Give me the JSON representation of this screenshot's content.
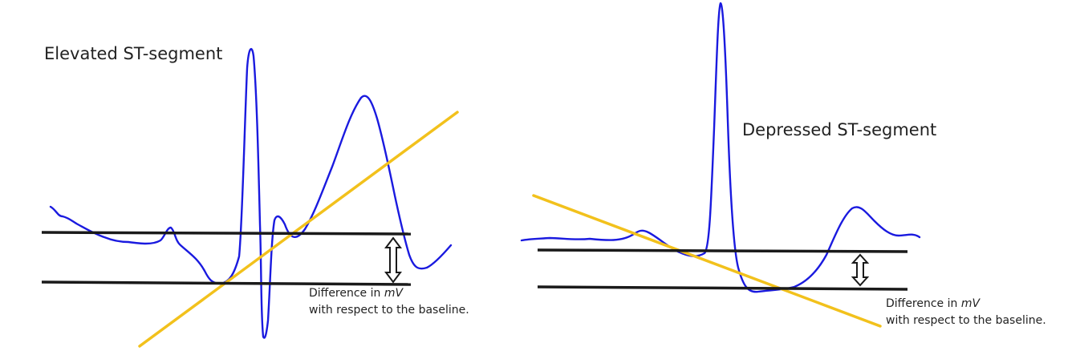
{
  "elevated": {
    "title": "Elevated ST-segment",
    "note_prefix": "Difference in ",
    "note_unit": "mV",
    "note_line2": "with respect to the baseline."
  },
  "depressed": {
    "title": "Depressed ST-segment",
    "note_prefix": "Difference in ",
    "note_unit": "mV",
    "note_line2": "with respect to the baseline."
  },
  "colors": {
    "ecg_trace": "#1a1adf",
    "st_line": "#f2c11c",
    "baseline": "#1a1a1a",
    "arrow": "#1a1a1a"
  }
}
